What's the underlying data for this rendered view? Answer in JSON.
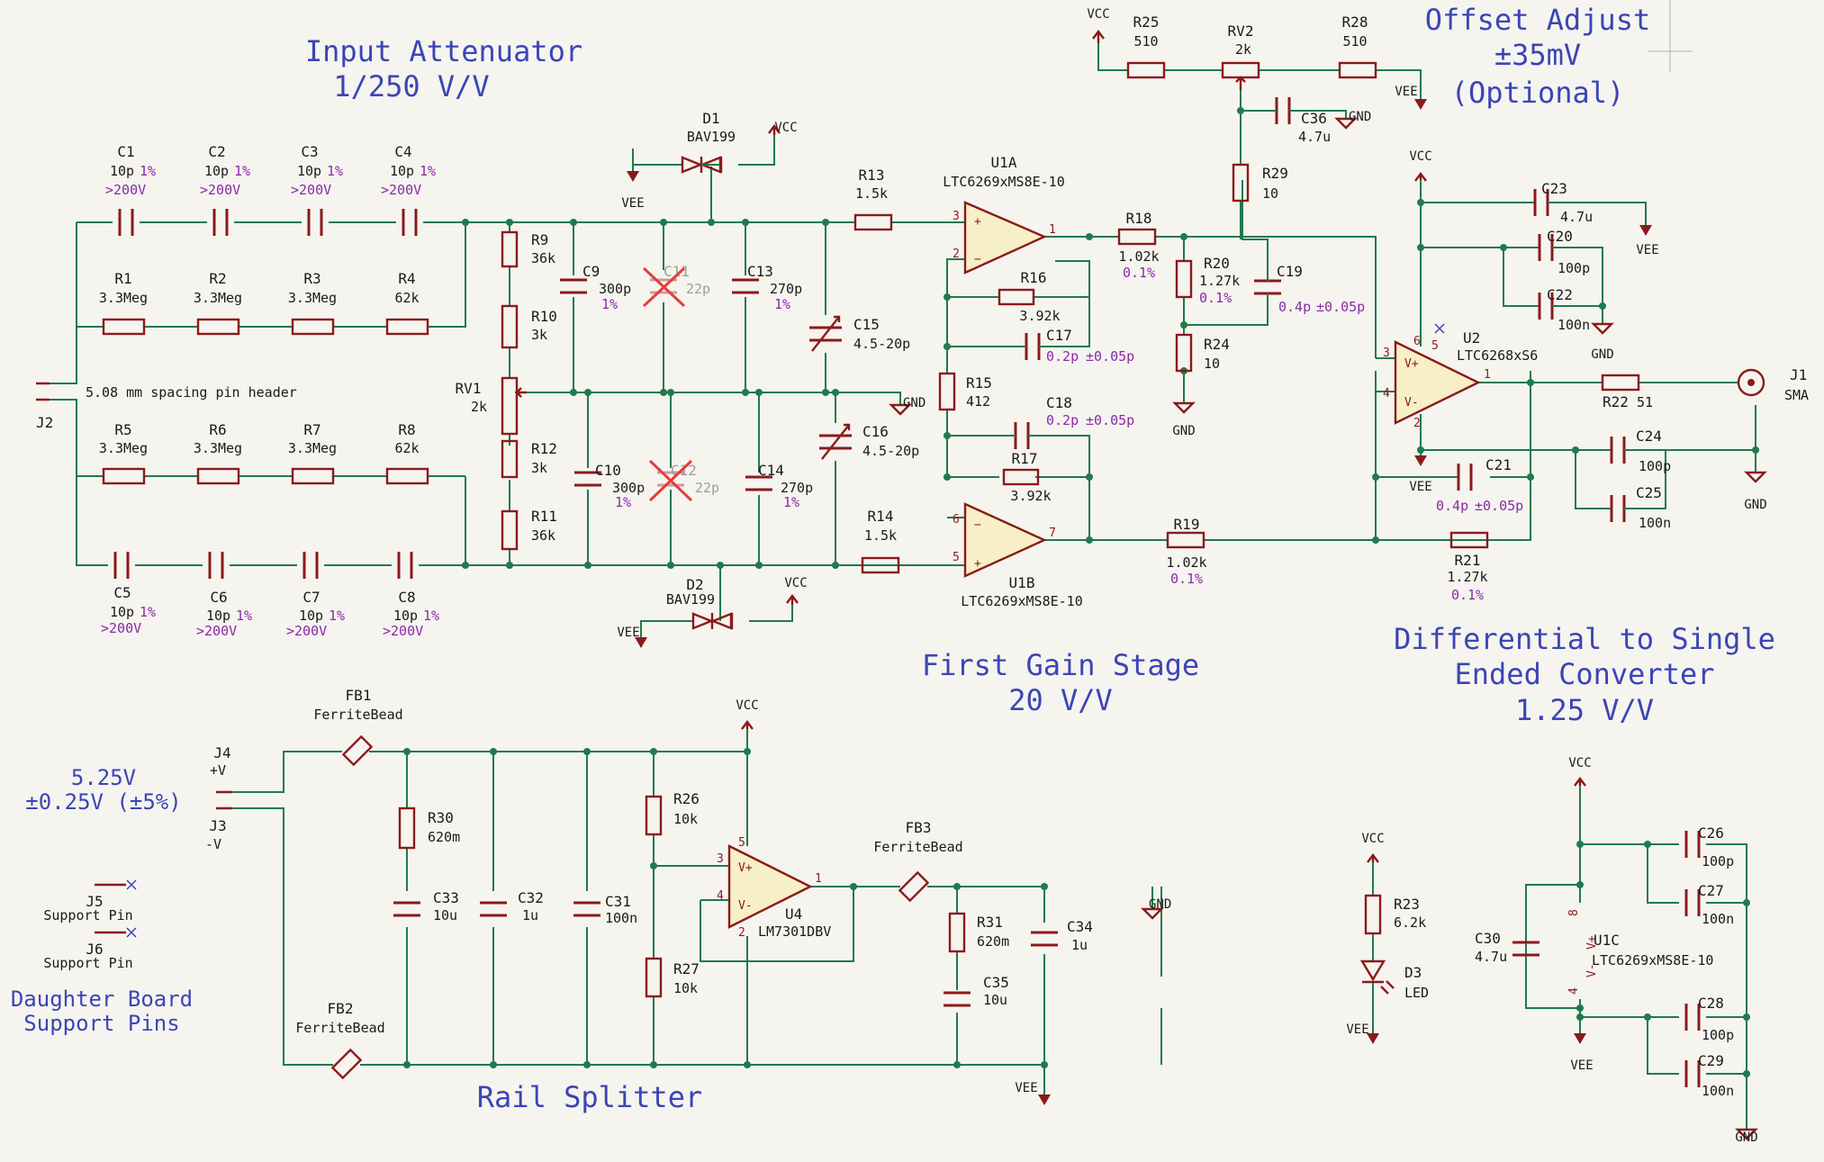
{
  "titles": {
    "attenuator": [
      "Input Attenuator",
      "1/250 V/V"
    ],
    "offset": [
      "Offset Adjust",
      "±35mV",
      "(Optional)"
    ],
    "gain": [
      "First Gain Stage",
      "20 V/V"
    ],
    "diff": [
      "Differential to Single",
      "Ended Converter",
      "1.25 V/V"
    ],
    "rail": "Rail Splitter",
    "supply": [
      "5.25V",
      "±0.25V (±5%)"
    ],
    "daughter": [
      "Daughter Board",
      "Support Pins"
    ]
  },
  "attenuator": {
    "top_caps": [
      {
        "ref": "C1",
        "value": "10p",
        "tol": "1%",
        "rating": ">200V"
      },
      {
        "ref": "C2",
        "value": "10p",
        "tol": "1%",
        "rating": ">200V"
      },
      {
        "ref": "C3",
        "value": "10p",
        "tol": "1%",
        "rating": ">200V"
      },
      {
        "ref": "C4",
        "value": "10p",
        "tol": "1%",
        "rating": ">200V"
      }
    ],
    "top_res": [
      {
        "ref": "R1",
        "value": "3.3Meg"
      },
      {
        "ref": "R2",
        "value": "3.3Meg"
      },
      {
        "ref": "R3",
        "value": "3.3Meg"
      },
      {
        "ref": "R4",
        "value": "62k"
      }
    ],
    "bot_res": [
      {
        "ref": "R5",
        "value": "3.3Meg"
      },
      {
        "ref": "R6",
        "value": "3.3Meg"
      },
      {
        "ref": "R7",
        "value": "3.3Meg"
      },
      {
        "ref": "R8",
        "value": "62k"
      }
    ],
    "bot_caps": [
      {
        "ref": "C5",
        "value": "10p",
        "tol": "1%",
        "rating": ">200V"
      },
      {
        "ref": "C6",
        "value": "10p",
        "tol": "1%",
        "rating": ">200V"
      },
      {
        "ref": "C7",
        "value": "10p",
        "tol": "1%",
        "rating": ">200V"
      },
      {
        "ref": "C8",
        "value": "10p",
        "tol": "1%",
        "rating": ">200V"
      }
    ],
    "header": {
      "ref": "J2",
      "note": "5.08 mm spacing pin header"
    }
  },
  "divider": {
    "R9": {
      "ref": "R9",
      "value": "36k"
    },
    "R10": {
      "ref": "R10",
      "value": "3k"
    },
    "RV1": {
      "ref": "RV1",
      "value": "2k"
    },
    "R12": {
      "ref": "R12",
      "value": "3k"
    },
    "R11": {
      "ref": "R11",
      "value": "36k"
    },
    "C9": {
      "ref": "C9",
      "value": "300p",
      "tol": "1%"
    },
    "C10": {
      "ref": "C10",
      "value": "300p",
      "tol": "1%"
    },
    "C11": {
      "ref": "C11",
      "value": "22p"
    },
    "C12": {
      "ref": "C12",
      "value": "22p"
    },
    "C13": {
      "ref": "C13",
      "value": "270p",
      "tol": "1%"
    },
    "C14": {
      "ref": "C14",
      "value": "270p",
      "tol": "1%"
    },
    "C15": {
      "ref": "C15",
      "value": "4.5-20p"
    },
    "C16": {
      "ref": "C16",
      "value": "4.5-20p"
    },
    "D1": {
      "ref": "D1",
      "value": "BAV199"
    },
    "D2": {
      "ref": "D2",
      "value": "BAV199"
    }
  },
  "gain_stage": {
    "R13": {
      "ref": "R13",
      "value": "1.5k"
    },
    "R14": {
      "ref": "R14",
      "value": "1.5k"
    },
    "R15": {
      "ref": "R15",
      "value": "412"
    },
    "R16": {
      "ref": "R16",
      "value": "3.92k"
    },
    "R17": {
      "ref": "R17",
      "value": "3.92k"
    },
    "C17": {
      "ref": "C17",
      "value": "0.2p",
      "tol": "±0.05p"
    },
    "C18": {
      "ref": "C18",
      "value": "0.2p",
      "tol": "±0.05p"
    },
    "U1A": {
      "ref": "U1A",
      "value": "LTC6269xMS8E-10"
    },
    "U1B": {
      "ref": "U1B",
      "value": "LTC6269xMS8E-10"
    }
  },
  "diff_stage": {
    "R18": {
      "ref": "R18",
      "value": "1.02k",
      "tol": "0.1%"
    },
    "R19": {
      "ref": "R19",
      "value": "1.02k",
      "tol": "0.1%"
    },
    "R20": {
      "ref": "R20",
      "value": "1.27k",
      "tol": "0.1%"
    },
    "R21": {
      "ref": "R21",
      "value": "1.27k",
      "tol": "0.1%"
    },
    "R22": {
      "ref": "R22",
      "value": "51"
    },
    "R24": {
      "ref": "R24",
      "value": "10"
    },
    "C19": {
      "ref": "C19",
      "value": "0.4p",
      "tol": "±0.05p"
    },
    "C21": {
      "ref": "C21",
      "value": "0.4p",
      "tol": "±0.05p"
    },
    "C20": {
      "ref": "C20",
      "value": "100p"
    },
    "C22": {
      "ref": "C22",
      "value": "100n"
    },
    "C23": {
      "ref": "C23",
      "value": "4.7u"
    },
    "C24": {
      "ref": "C24",
      "value": "100p"
    },
    "C25": {
      "ref": "C25",
      "value": "100n"
    },
    "U2": {
      "ref": "U2",
      "value": "LTC6268xS6"
    },
    "J1": {
      "ref": "J1",
      "value": "SMA"
    }
  },
  "offset": {
    "R25": {
      "ref": "R25",
      "value": "510"
    },
    "RV2": {
      "ref": "RV2",
      "value": "2k"
    },
    "R28": {
      "ref": "R28",
      "value": "510"
    },
    "R29": {
      "ref": "R29",
      "value": "10"
    },
    "C36": {
      "ref": "C36",
      "value": "4.7u"
    }
  },
  "rail": {
    "FB1": {
      "ref": "FB1",
      "value": "FerriteBead"
    },
    "FB2": {
      "ref": "FB2",
      "value": "FerriteBead"
    },
    "FB3": {
      "ref": "FB3",
      "value": "FerriteBead"
    },
    "R30": {
      "ref": "R30",
      "value": "620m"
    },
    "C33": {
      "ref": "C33",
      "value": "10u"
    },
    "C32": {
      "ref": "C32",
      "value": "1u"
    },
    "C31": {
      "ref": "C31",
      "value": "100n"
    },
    "R26": {
      "ref": "R26",
      "value": "10k"
    },
    "R27": {
      "ref": "R27",
      "value": "10k"
    },
    "U4": {
      "ref": "U4",
      "value": "LM7301DBV"
    },
    "R31": {
      "ref": "R31",
      "value": "620m"
    },
    "C35": {
      "ref": "C35",
      "value": "10u"
    },
    "C34": {
      "ref": "C34",
      "value": "1u"
    },
    "J4": {
      "ref": "J4",
      "value": "+V"
    },
    "J3": {
      "ref": "J3",
      "value": "-V"
    },
    "J5": {
      "ref": "J5",
      "value": "Support Pin"
    },
    "J6": {
      "ref": "J6",
      "value": "Support Pin"
    }
  },
  "misc": {
    "R23": {
      "ref": "R23",
      "value": "6.2k"
    },
    "D3": {
      "ref": "D3",
      "value": "LED"
    },
    "C26": {
      "ref": "C26",
      "value": "100p"
    },
    "C27": {
      "ref": "C27",
      "value": "100n"
    },
    "C28": {
      "ref": "C28",
      "value": "100p"
    },
    "C29": {
      "ref": "C29",
      "value": "100n"
    },
    "C30": {
      "ref": "C30",
      "value": "4.7u"
    },
    "U1C": {
      "ref": "U1C",
      "value": "LTC6269xMS8E-10"
    }
  },
  "power": {
    "vcc": "VCC",
    "vee": "VEE",
    "gnd": "GND"
  },
  "pins": {
    "p1": "1",
    "p2": "2",
    "p3": "3",
    "p4": "4",
    "p5": "5",
    "p6": "6",
    "p7": "7",
    "p8": "8",
    "vp": "V+",
    "vm": "V-",
    "plus": "+",
    "minus": "−"
  },
  "colors": {
    "wire": "#1f7a4d",
    "component": "#8b1a1a",
    "title": "#3b45b5",
    "tolerance": "#8a2aa8",
    "opamp_fill": "#f7efc7",
    "background": "#f5f4ef"
  }
}
